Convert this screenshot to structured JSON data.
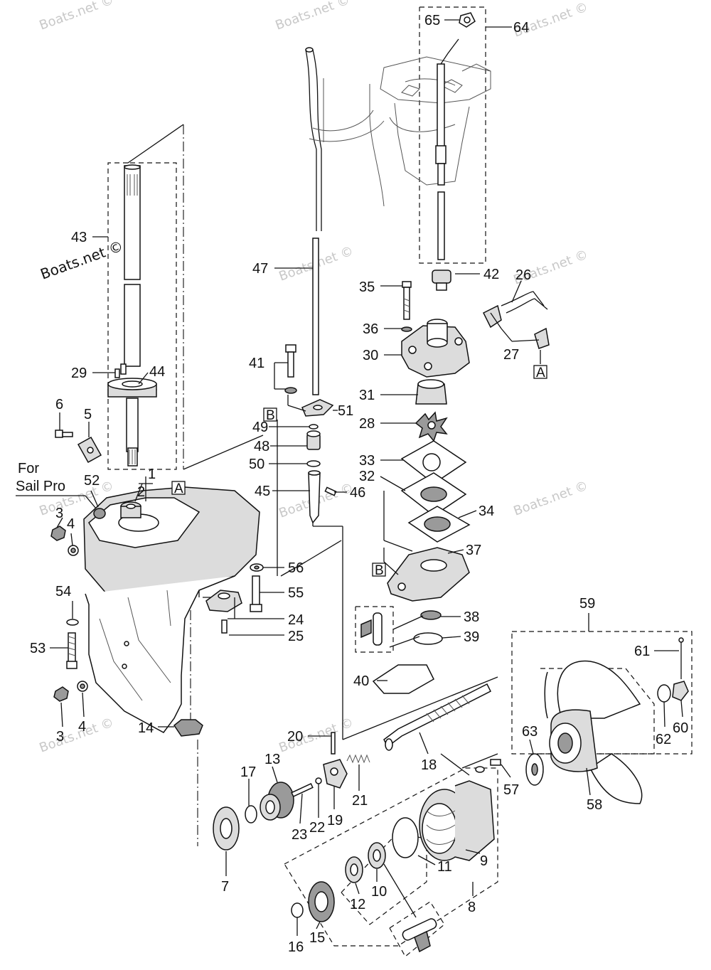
{
  "labels": {
    "l1": "1",
    "l2": "2",
    "l3a": "3",
    "l3b": "3",
    "l4a": "4",
    "l4b": "4",
    "l5": "5",
    "l6": "6",
    "l7": "7",
    "l8": "8",
    "l9": "9",
    "l10": "10",
    "l11": "11",
    "l12": "12",
    "l13": "13",
    "l14": "14",
    "l15": "15",
    "l16": "16",
    "l17": "17",
    "l18": "18",
    "l19": "19",
    "l20": "20",
    "l21": "21",
    "l22": "22",
    "l23": "23",
    "l24": "24",
    "l25": "25",
    "l26": "26",
    "l27": "27",
    "l28": "28",
    "l29": "29",
    "l30": "30",
    "l31": "31",
    "l32": "32",
    "l33": "33",
    "l34": "34",
    "l35": "35",
    "l36": "36",
    "l37": "37",
    "l38": "38",
    "l39": "39",
    "l40": "40",
    "l41": "41",
    "l42": "42",
    "l43": "43",
    "l44": "44",
    "l45": "45",
    "l46": "46",
    "l47": "47",
    "l48": "48",
    "l49": "49",
    "l50": "50",
    "l51": "51",
    "l52": "52",
    "l53": "53",
    "l54": "54",
    "l55": "55",
    "l56": "56",
    "l57": "57",
    "l58": "58",
    "l59": "59",
    "l60": "60",
    "l61": "61",
    "l62": "62",
    "l63": "63",
    "l64": "64",
    "l65": "65"
  },
  "refs": {
    "a1": "A",
    "a2": "A",
    "b1": "B",
    "b2": "B"
  },
  "note": {
    "line1": "For",
    "line2": "Sail Pro"
  },
  "watermark": {
    "text": "Boats.net ©",
    "dark": "Boats.net ©"
  }
}
